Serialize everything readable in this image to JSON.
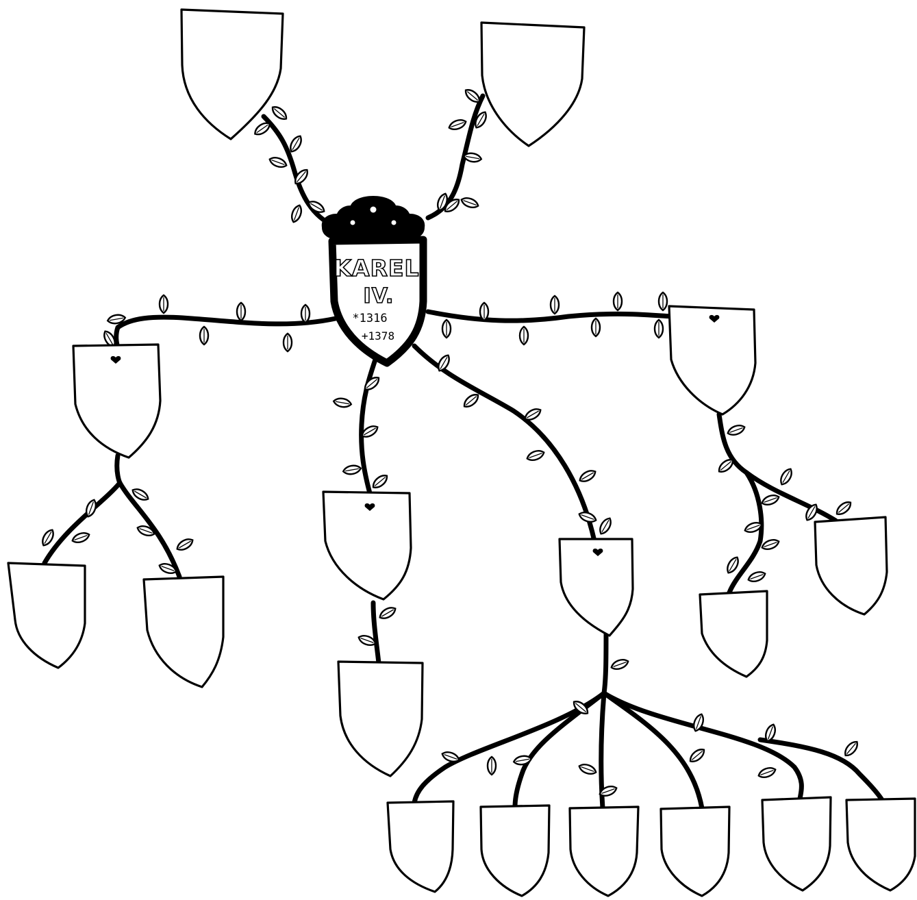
{
  "root": {
    "name_line1": "KAREL",
    "name_line2": "IV.",
    "born": "*1316",
    "died": "+1378"
  },
  "colors": {
    "ink": "#000000",
    "paper": "#ffffff"
  },
  "generations": {
    "ancestors": 2,
    "children": 4,
    "grandchildren": 11
  }
}
